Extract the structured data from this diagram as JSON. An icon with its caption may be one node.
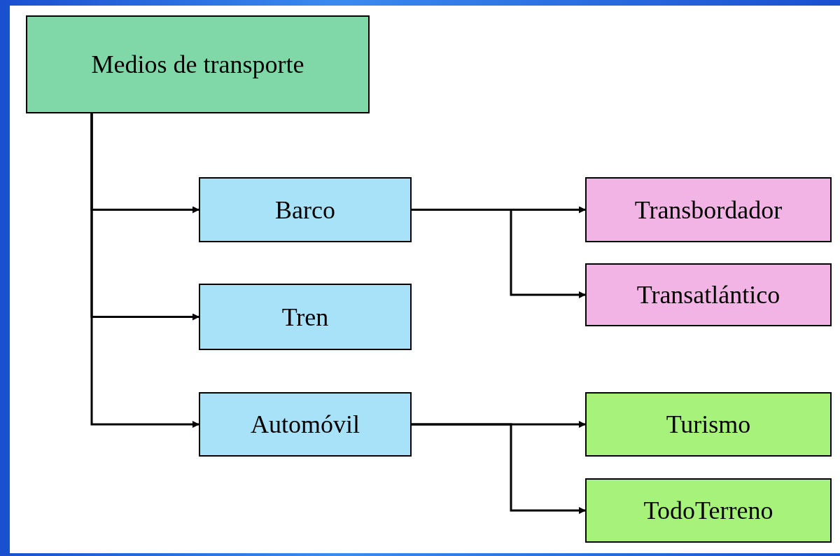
{
  "diagram": {
    "nodes": [
      {
        "text": [
          "Medios de transporte"
        ]
      },
      {
        "text": [
          "Barco"
        ]
      },
      {
        "text": [
          "Tren"
        ]
      },
      {
        "text": [
          "Automóvil"
        ]
      },
      {
        "text": [
          "Transbordador"
        ]
      },
      {
        "text": [
          "Transatlántico"
        ]
      },
      {
        "text": [
          "Turismo"
        ]
      },
      {
        "text": [
          "TodoTerreno"
        ]
      }
    ],
    "edges": [
      {
        "from": 0,
        "to": 1,
        "arrow": "to"
      },
      {
        "from": 0,
        "to": 2,
        "arrow": "to"
      },
      {
        "from": 0,
        "to": 3,
        "arrow": "to"
      },
      {
        "from": 1,
        "to": 4,
        "arrow": "to"
      },
      {
        "from": 1,
        "to": 5,
        "arrow": "to"
      },
      {
        "from": 3,
        "to": 6,
        "arrow": "to"
      },
      {
        "from": 3,
        "to": 7,
        "arrow": "to"
      }
    ]
  }
}
